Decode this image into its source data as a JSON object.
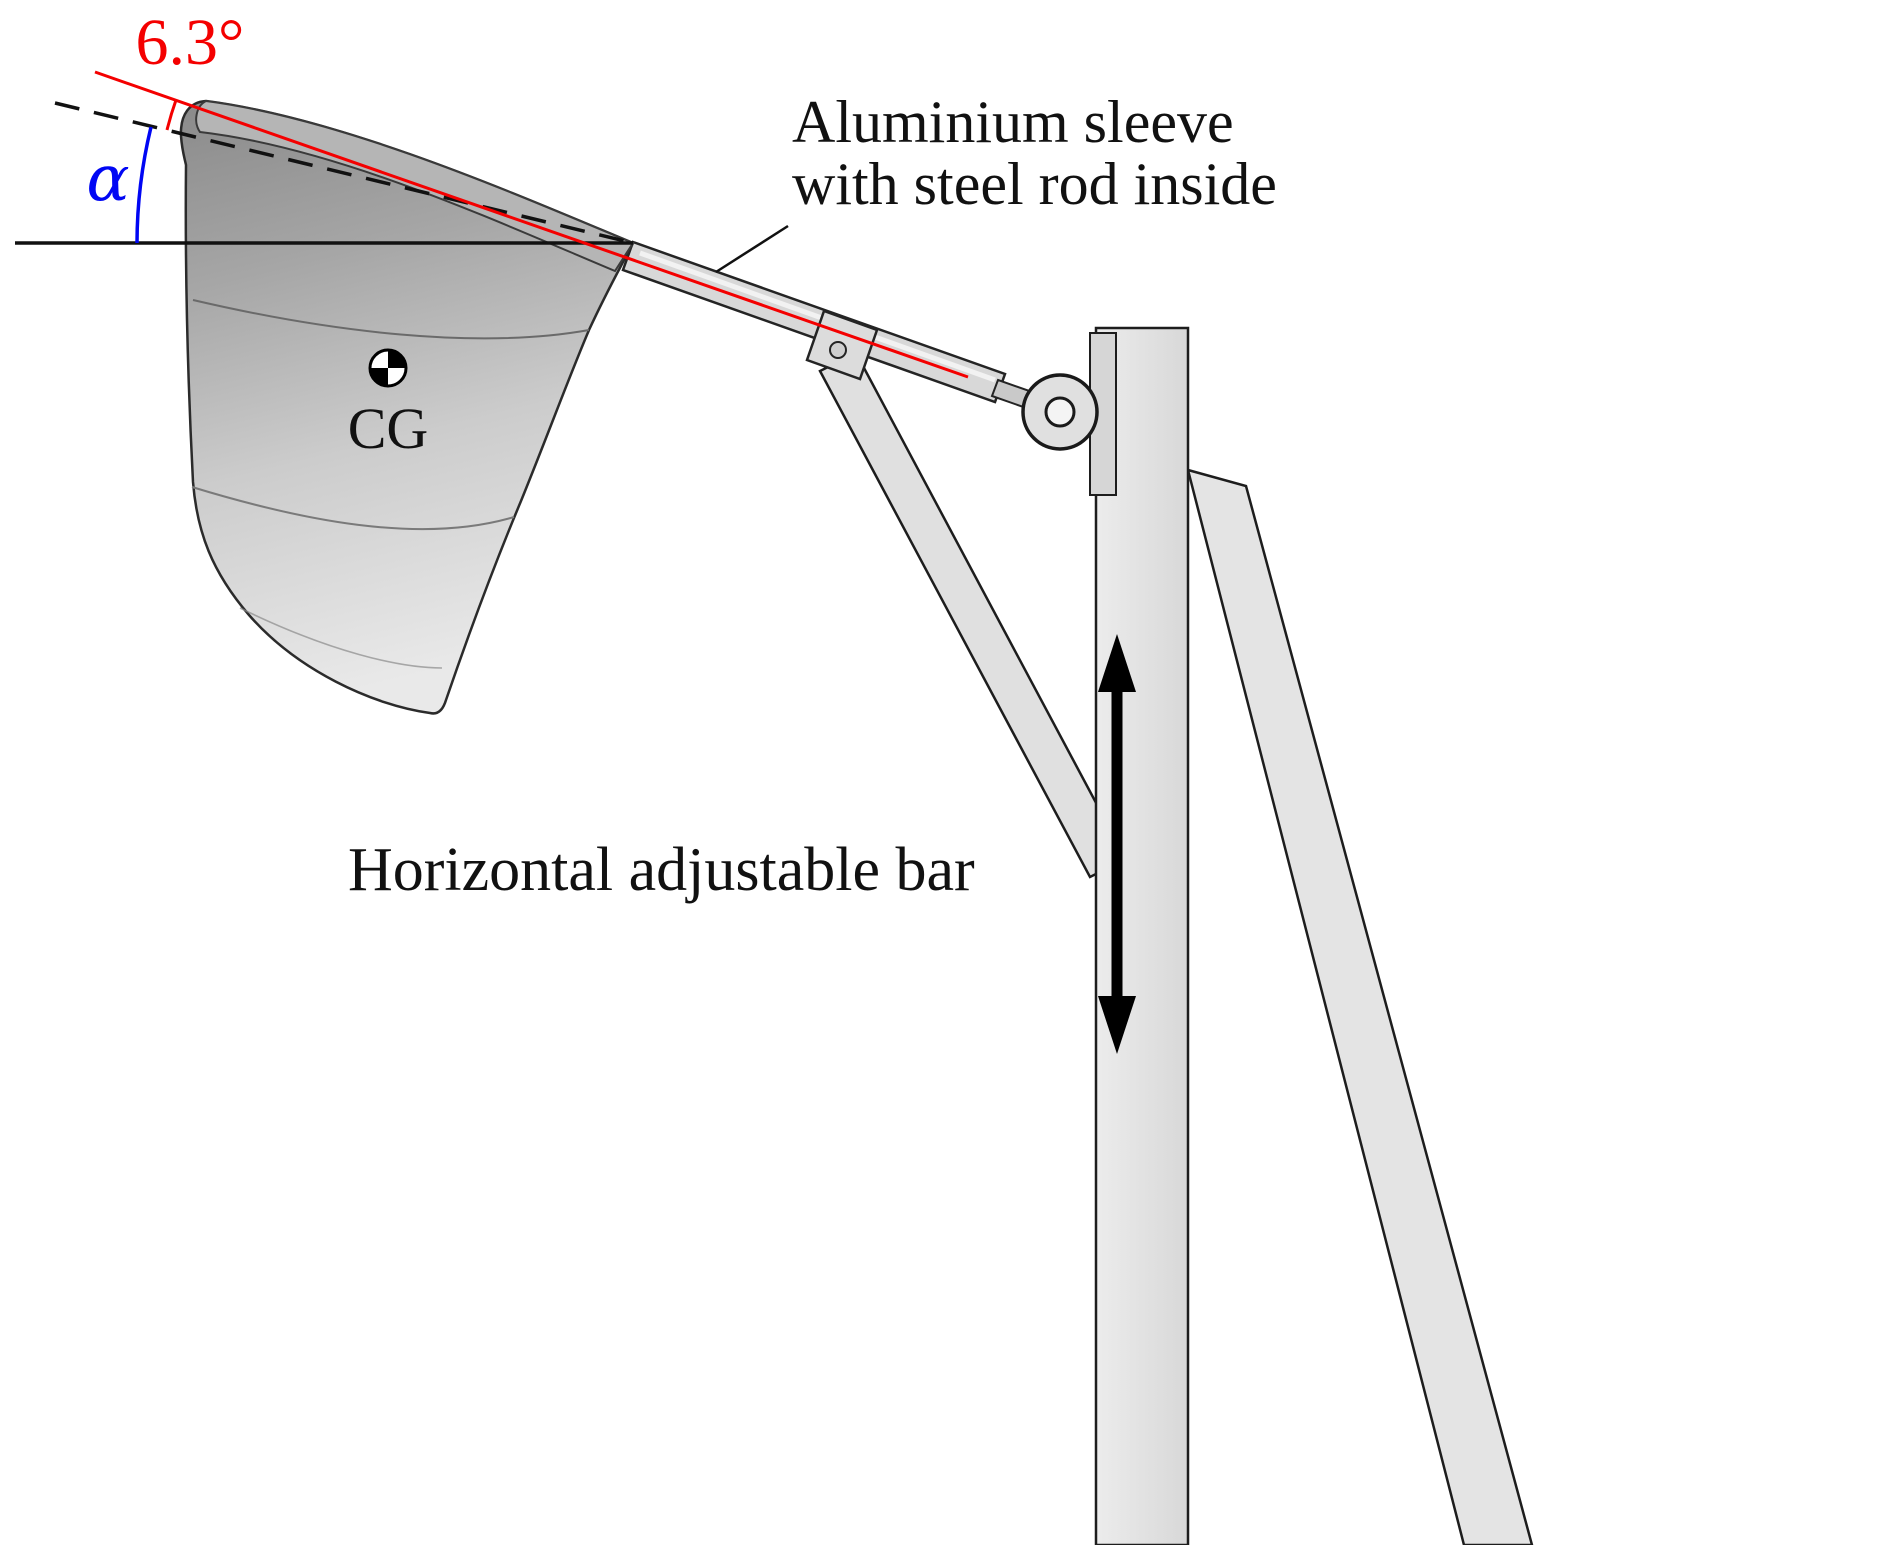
{
  "labels": {
    "offset_angle": "6.3°",
    "alpha": "α",
    "sleeve_line1": "Aluminium sleeve",
    "sleeve_line2": "with steel rod inside",
    "cg": "CG",
    "adjustable_bar": "Horizontal adjustable bar"
  },
  "colors": {
    "red": "#f40000",
    "blue": "#0006f4",
    "ink": "#111111"
  }
}
